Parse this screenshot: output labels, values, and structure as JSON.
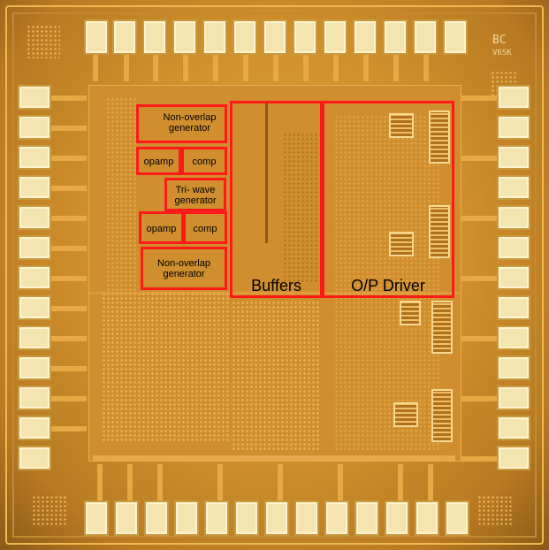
{
  "die_marking": [
    "BC",
    "V6SK"
  ],
  "blocks": [
    {
      "id": "non-overlap-top",
      "text_lines": [
        "Non-overlap",
        "generator"
      ]
    },
    {
      "id": "opamp-top",
      "text_lines": [
        "opamp"
      ]
    },
    {
      "id": "comp-top",
      "text_lines": [
        "comp"
      ]
    },
    {
      "id": "tri-wave",
      "text_lines": [
        "Tri- wave",
        "generator"
      ]
    },
    {
      "id": "opamp-bottom",
      "text_lines": [
        "opamp"
      ]
    },
    {
      "id": "comp-bottom",
      "text_lines": [
        "comp"
      ]
    },
    {
      "id": "non-overlap-bottom",
      "text_lines": [
        "Non-overlap",
        "generator"
      ]
    },
    {
      "id": "buffers",
      "text_lines": [
        "Buffers"
      ]
    },
    {
      "id": "op-driver",
      "text_lines": [
        "O/P Driver"
      ]
    }
  ],
  "colors": {
    "highlight": "#ff1a1a",
    "die": "#d3922c",
    "pad": "#f4e4b0"
  }
}
